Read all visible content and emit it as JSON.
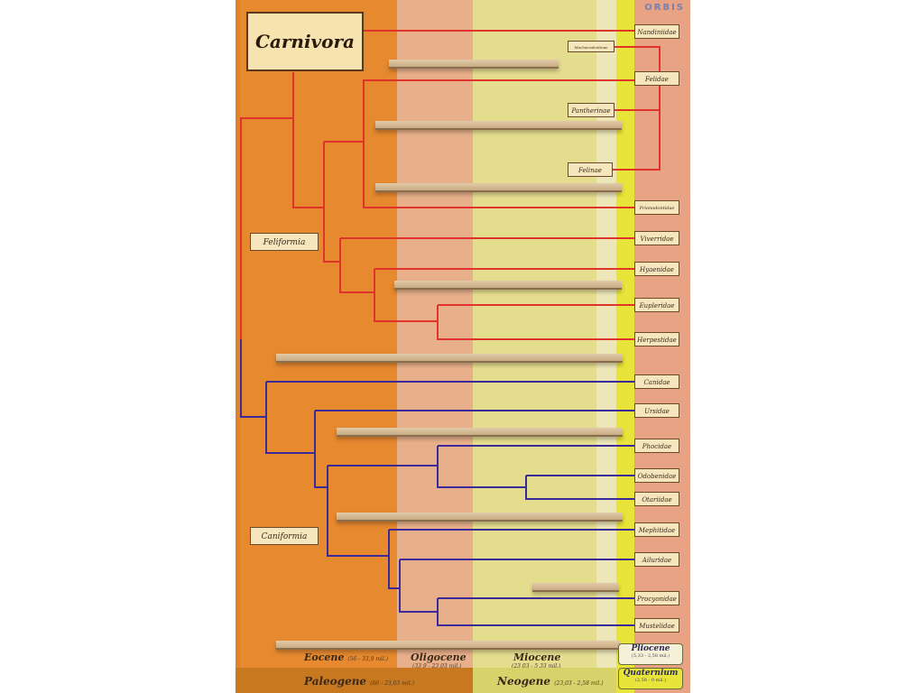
{
  "poster": {
    "title": "Carnivora",
    "logo": "ORBIS",
    "groups": {
      "feliformia": "Feliformia",
      "caniformia": "Caniformia"
    },
    "families": {
      "nandiniidae": "Nandiniidae",
      "machairodontinae": "Machairodontinae",
      "felidae": "Felidae",
      "pantherinae": "Pantherinae",
      "felinae": "Felinae",
      "prionodontidae": "Prionodontidae",
      "viverridae": "Viverridae",
      "hyaenidae": "Hyaenidae",
      "eupleridae": "Eupleridae",
      "herpestidae": "Herpestidae",
      "canidae": "Canidae",
      "ursidae": "Ursidae",
      "phocidae": "Phocidae",
      "odobenidae": "Odobenidae",
      "otariidae": "Otariidae",
      "mephitidae": "Mephitidae",
      "ailuridae": "Ailuridae",
      "procyonidae": "Procyonidae",
      "mustelidae": "Mustelidae"
    },
    "epochs": {
      "eocene": "Eocene",
      "eocene_range": "(56 - 33,9 mil.)",
      "oligocene": "Oligocene",
      "oligocene_range": "(33,9 - 23,03 mil.)",
      "miocene": "Miocene",
      "miocene_range": "(23,03 - 5,33 mil.)",
      "pliocene": "Pliocene",
      "pliocene_range": "(5,33 - 2,58 mil.)"
    },
    "periods": {
      "paleogene": "Paleogene",
      "paleogene_range": "(66 - 23,03 mil.)",
      "neogene": "Neogene",
      "neogene_range": "(23,03 - 2,58 mil.)",
      "quaternium": "Quaternium",
      "quaternium_range": "(2,58 - 0 mil.)"
    },
    "colors": {
      "feliformia_line": "#e0332b",
      "caniformia_line": "#3a2a9a",
      "paleocene_band": "#e8892e",
      "eocene_band": "#e09548",
      "oligocene_band": "#e8b28a",
      "miocene_band": "#e4dc8a",
      "pliocene_band": "#eee2b0",
      "quaternary_band": "#e8e23a",
      "recent_band": "#e8a080"
    }
  }
}
